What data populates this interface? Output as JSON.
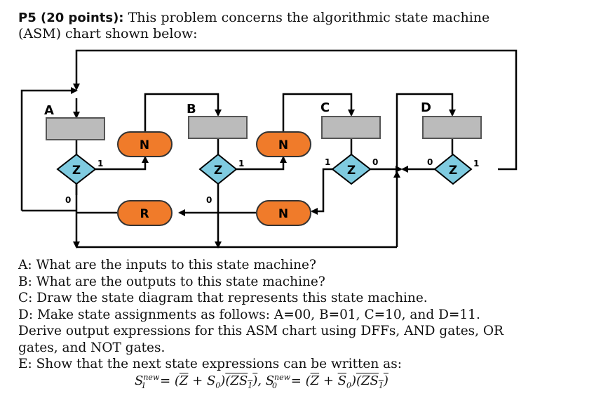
{
  "problem": {
    "label": "P5 (20 points):",
    "intro_line1": "This problem concerns the algorithmic state machine",
    "intro_line2": "(ASM) chart shown below:"
  },
  "diagram": {
    "states": [
      "A",
      "B",
      "C",
      "D"
    ],
    "condition_var": "Z",
    "outputs": [
      "N",
      "N",
      "R",
      "N"
    ],
    "branch_labels": {
      "zero": "0",
      "one": "1"
    },
    "colors": {
      "state_box": "#bbbbbb",
      "decision": "#7fcbe0",
      "output": "#f07b2a",
      "line": "#000000"
    }
  },
  "questions": [
    "A: What are the inputs to this state machine?",
    "B: What are the outputs to this state machine?",
    "C: Draw the state diagram that represents this state machine.",
    "D: Make state assignments as follows: A=00, B=01, C=10, and D=11.",
    "Derive output expressions for this ASM chart using DFFs, AND gates, OR",
    "gates, and NOT gates.",
    "E: Show that the next state expressions can be written as:"
  ],
  "formula": {
    "s1_lhs": "S",
    "s1_sup": "new",
    "s1_sub": "1",
    "s1_rhs_open": " = (",
    "s1_zbar": "Z",
    "s1_plus": " + S",
    "s1_s0sub": "0",
    "s1_close": ")",
    "s1_bar": "(ZS",
    "s1_bar_sub": "1",
    "s1_bar_close": ")",
    "comma": ", ",
    "s0_lhs": "S",
    "s0_sup": "new",
    "s0_sub": "0",
    "s0_rhs_open": " = (",
    "s0_zbar": "Z",
    "s0_plus": " + ",
    "s0_s0bar": "S",
    "s0_s0sub": "0",
    "s0_close": ")",
    "s0_bar": "(ZS",
    "s0_bar_sub": "1",
    "s0_bar_close": ")"
  }
}
